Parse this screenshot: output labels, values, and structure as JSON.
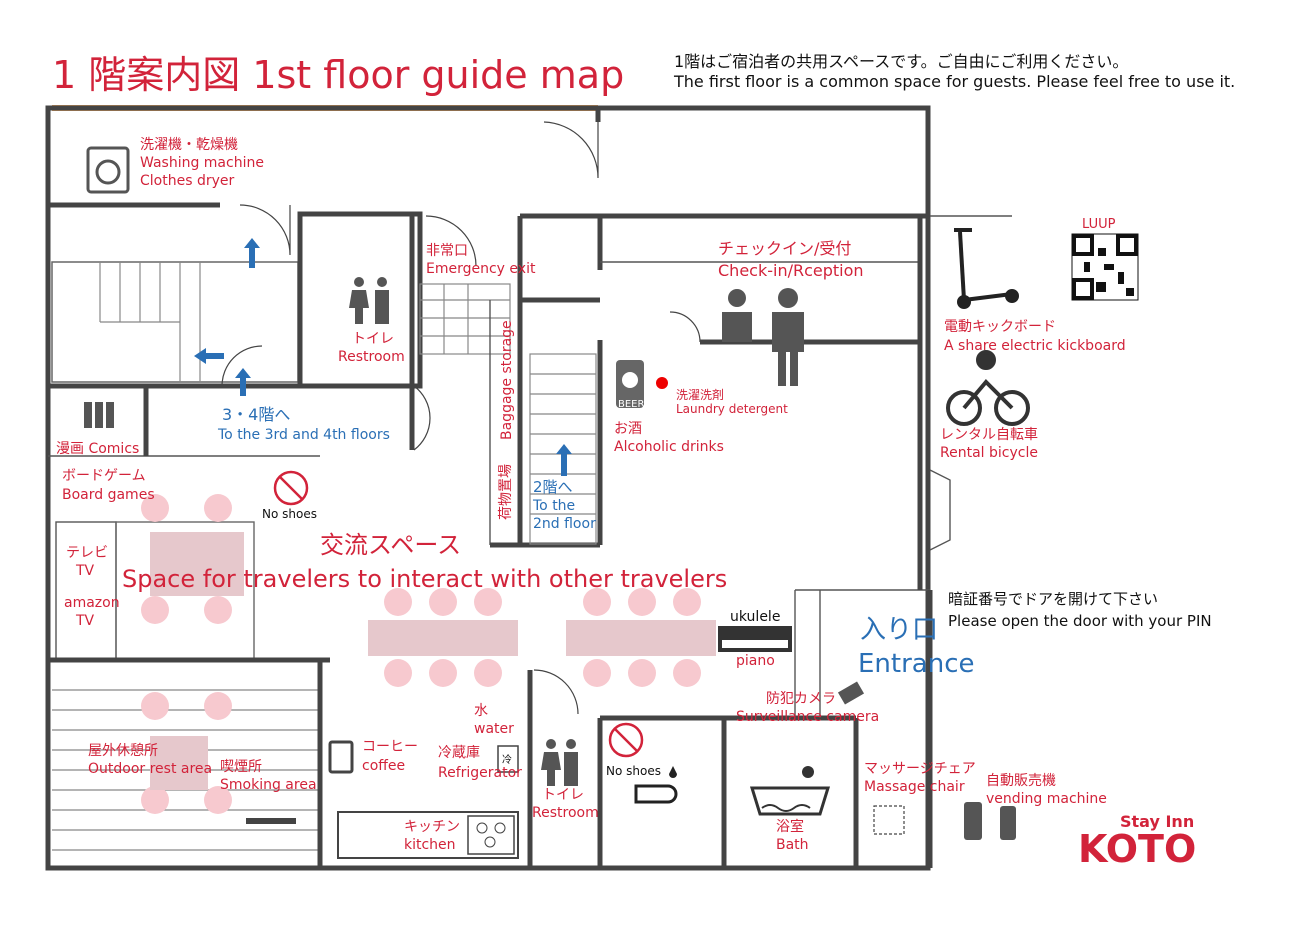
{
  "header": {
    "title": "1 階案内図  1st floor guide map",
    "note_ja": "1階はご宿泊者の共用スペースです。ご自由にご利用ください。",
    "note_en": "The first floor is a common space for guests. Please feel free to use it."
  },
  "rooms": {
    "washer_ja": "洗濯機・乾燥機",
    "washer_en1": "Washing machine",
    "washer_en2": "Clothes dryer",
    "emergency_ja": "非常口",
    "emergency_en": "Emergency exit",
    "checkin_ja": "チェックイン/受付",
    "checkin_en": "Check-in/Rception",
    "restroom_ja": "トイレ",
    "restroom_en": "Restroom",
    "floors34_ja": "3・4階へ",
    "floors34_en": "To the 3rd and 4th floors",
    "baggage_en": "Baggage storage",
    "baggage_ja": "荷物置場",
    "floor2_ja": "2階へ",
    "floor2_en1": "To the",
    "floor2_en2": "2nd floor",
    "detergent_ja": "洗濯洗剤",
    "detergent_en": "Laundry detergent",
    "alcohol_ja": "お酒",
    "alcohol_en": "Alcoholic drinks",
    "beer_can": "BEER",
    "comics": "漫画 Comics",
    "boardgames_ja": "ボードゲーム",
    "boardgames_en": "Board games",
    "noshoes": "No shoes",
    "tv_ja": "テレビ",
    "tv_en": "TV",
    "amazon1": "amazon",
    "amazon2": "TV",
    "space_ja": "交流スペース",
    "space_en": "Space for travelers to interact with other travelers",
    "ukulele": "ukulele",
    "piano": "piano",
    "pin_ja": "暗証番号でドアを開けて下さい",
    "pin_en": "Please open the door with your PIN",
    "entrance_ja": "入り口",
    "entrance_en": "Entrance",
    "camera_ja": "防犯カメラ",
    "camera_en": "Surveillance camera",
    "water_ja": "水",
    "water_en": "water",
    "fridge_ja": "冷蔵庫",
    "fridge_en": "Refrigerator",
    "fridge_mark": "冷",
    "coffee_ja": "コーヒー",
    "coffee_en": "coffee",
    "outdoor_ja": "屋外休憩所",
    "outdoor_en": "Outdoor rest area",
    "smoking_ja": "喫煙所",
    "smoking_en": "Smoking area",
    "kitchen_ja": "キッチン",
    "kitchen_en": "kitchen",
    "restroom2_ja": "トイレ",
    "restroom2_en": "Restroom",
    "noshoes2": "No shoes",
    "bath_ja": "浴室",
    "bath_en": "Bath",
    "massage_ja": "マッサージチェア",
    "massage_en": "Massage chair",
    "vending_ja": "自動販売機",
    "vending_en": "vending machine",
    "luup": "LUUP",
    "kickboard_ja": "電動キックボード",
    "kickboard_en": "A share electric kickboard",
    "bicycle_ja": "レンタル自転車",
    "bicycle_en": "Rental bicycle"
  },
  "logo": {
    "line1": "Stay Inn",
    "line2": "KOTO"
  },
  "colors": {
    "label": "#d2233a",
    "direction": "#2a6fb5",
    "wall": "#444444",
    "seat": "#f7c9cf"
  }
}
